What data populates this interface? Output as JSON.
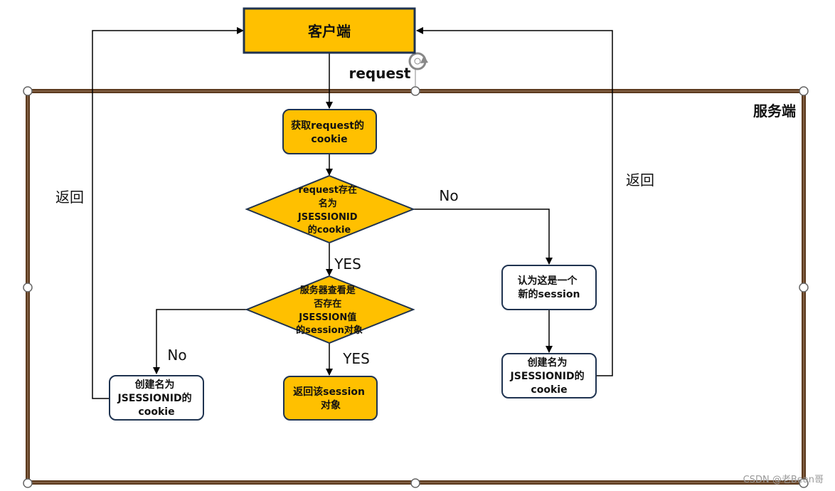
{
  "colors": {
    "accent_fill": "#FFC000",
    "box_stroke": "#1F3350",
    "server_frame": "#5C3A1E",
    "line": "#000000",
    "white": "#FFFFFF"
  },
  "nodes": {
    "client": "客户端",
    "get_cookie": [
      "获取request的",
      "cookie"
    ],
    "check_cookie": [
      "request存在",
      "名为",
      "JSESSIONID",
      "的cookie"
    ],
    "check_session": [
      "服务器查看是",
      "否存在",
      "JSESSION值",
      "的session对象"
    ],
    "new_session": [
      "认为这是一个",
      "新的session"
    ],
    "create_cookie_right": [
      "创建名为",
      "JSESSIONID的",
      "cookie"
    ],
    "create_cookie_left": [
      "创建名为",
      "JSESSIONID的",
      "cookie"
    ],
    "return_session": [
      "返回该session",
      "对象"
    ]
  },
  "labels": {
    "request": "request",
    "server": "服务端",
    "return_left": "返回",
    "return_right": "返回",
    "no_1": "No",
    "yes_1": "YES",
    "no_2": "No",
    "yes_2": "YES",
    "watermark": "CSDN @老Bean哥"
  },
  "icons": {
    "rotate_handle": "rotate-icon"
  }
}
